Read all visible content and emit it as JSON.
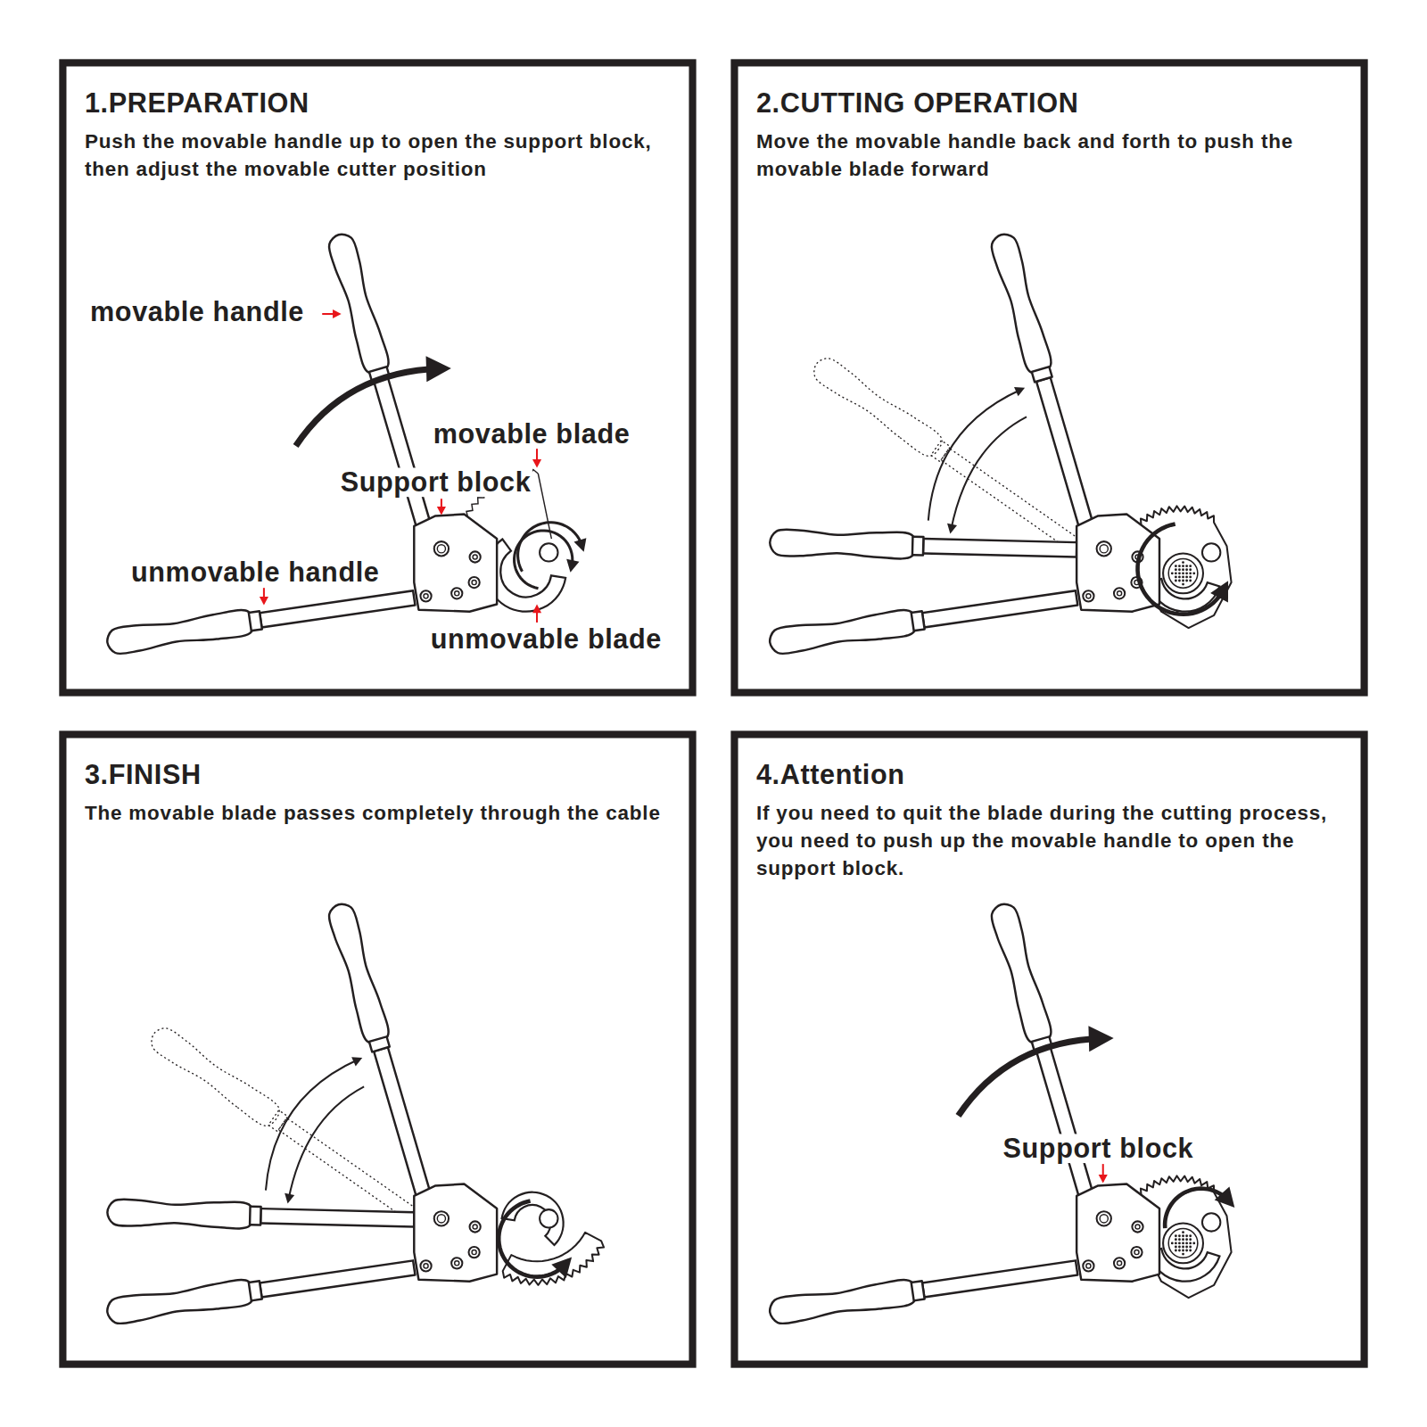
{
  "diagram": {
    "nodes": [
      {
        "text": [
          "1.PREPARATION",
          "Push the movable handle up to open the support block, then adjust the movable cutter position"
        ]
      },
      {
        "text": [
          "2.CUTTING OPERATION",
          "Move the movable handle back and forth to push the movable blade forward"
        ]
      },
      {
        "text": [
          "3.FINISH",
          "The movable blade passes completely through the cable"
        ]
      },
      {
        "text": [
          "4.Attention",
          "If you need to quit the blade during the cutting process, you need to push up the movable handle to open the support block."
        ]
      }
    ],
    "labels": [
      "movable handle",
      "movable blade",
      "Support block",
      "unmovable handle",
      "unmovable blade",
      "Support block"
    ]
  }
}
